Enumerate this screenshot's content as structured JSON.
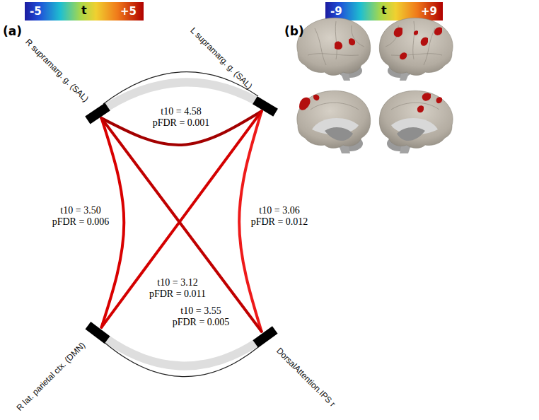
{
  "diagram": {
    "nodes": [
      {
        "text": [
          "R supramarg. g. (SAL)"
        ]
      },
      {
        "text": [
          "L supramarg. g. (SAL)"
        ]
      },
      {
        "text": [
          "R lat. parietal ctx. (DMN)"
        ]
      },
      {
        "text": [
          "DorsalAttention.IPS r"
        ]
      }
    ],
    "edges": [
      {
        "from": 0,
        "to": 1,
        "arrow": "none",
        "label": "t10 = 4.58 pFDR = 0.001"
      },
      {
        "from": 0,
        "to": 2,
        "arrow": "none",
        "label": "t10 = 3.50 pFDR = 0.006"
      },
      {
        "from": 1,
        "to": 3,
        "arrow": "none",
        "label": "t10 = 3.06 pFDR = 0.012"
      },
      {
        "from": 1,
        "to": 2,
        "arrow": "none",
        "label": "t10 = 3.12 pFDR = 0.011"
      },
      {
        "from": 0,
        "to": 3,
        "arrow": "none",
        "label": "t10 = 3.55 pFDR = 0.005"
      }
    ],
    "labels": [
      "(a)",
      "-5",
      "t",
      "+5",
      "(b)",
      "-9",
      "t",
      "+9"
    ]
  }
}
